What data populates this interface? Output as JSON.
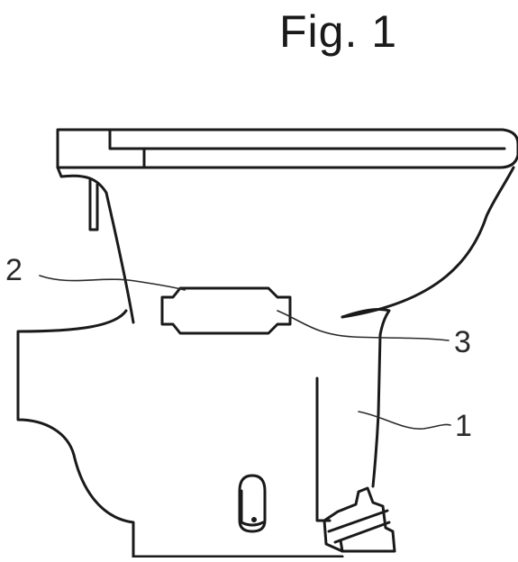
{
  "figure": {
    "title": "Fig. 1",
    "reference_numerals": [
      "2",
      "3",
      "1"
    ]
  },
  "colors": {
    "ink": "#1a1a1a",
    "background": "#ffffff"
  }
}
